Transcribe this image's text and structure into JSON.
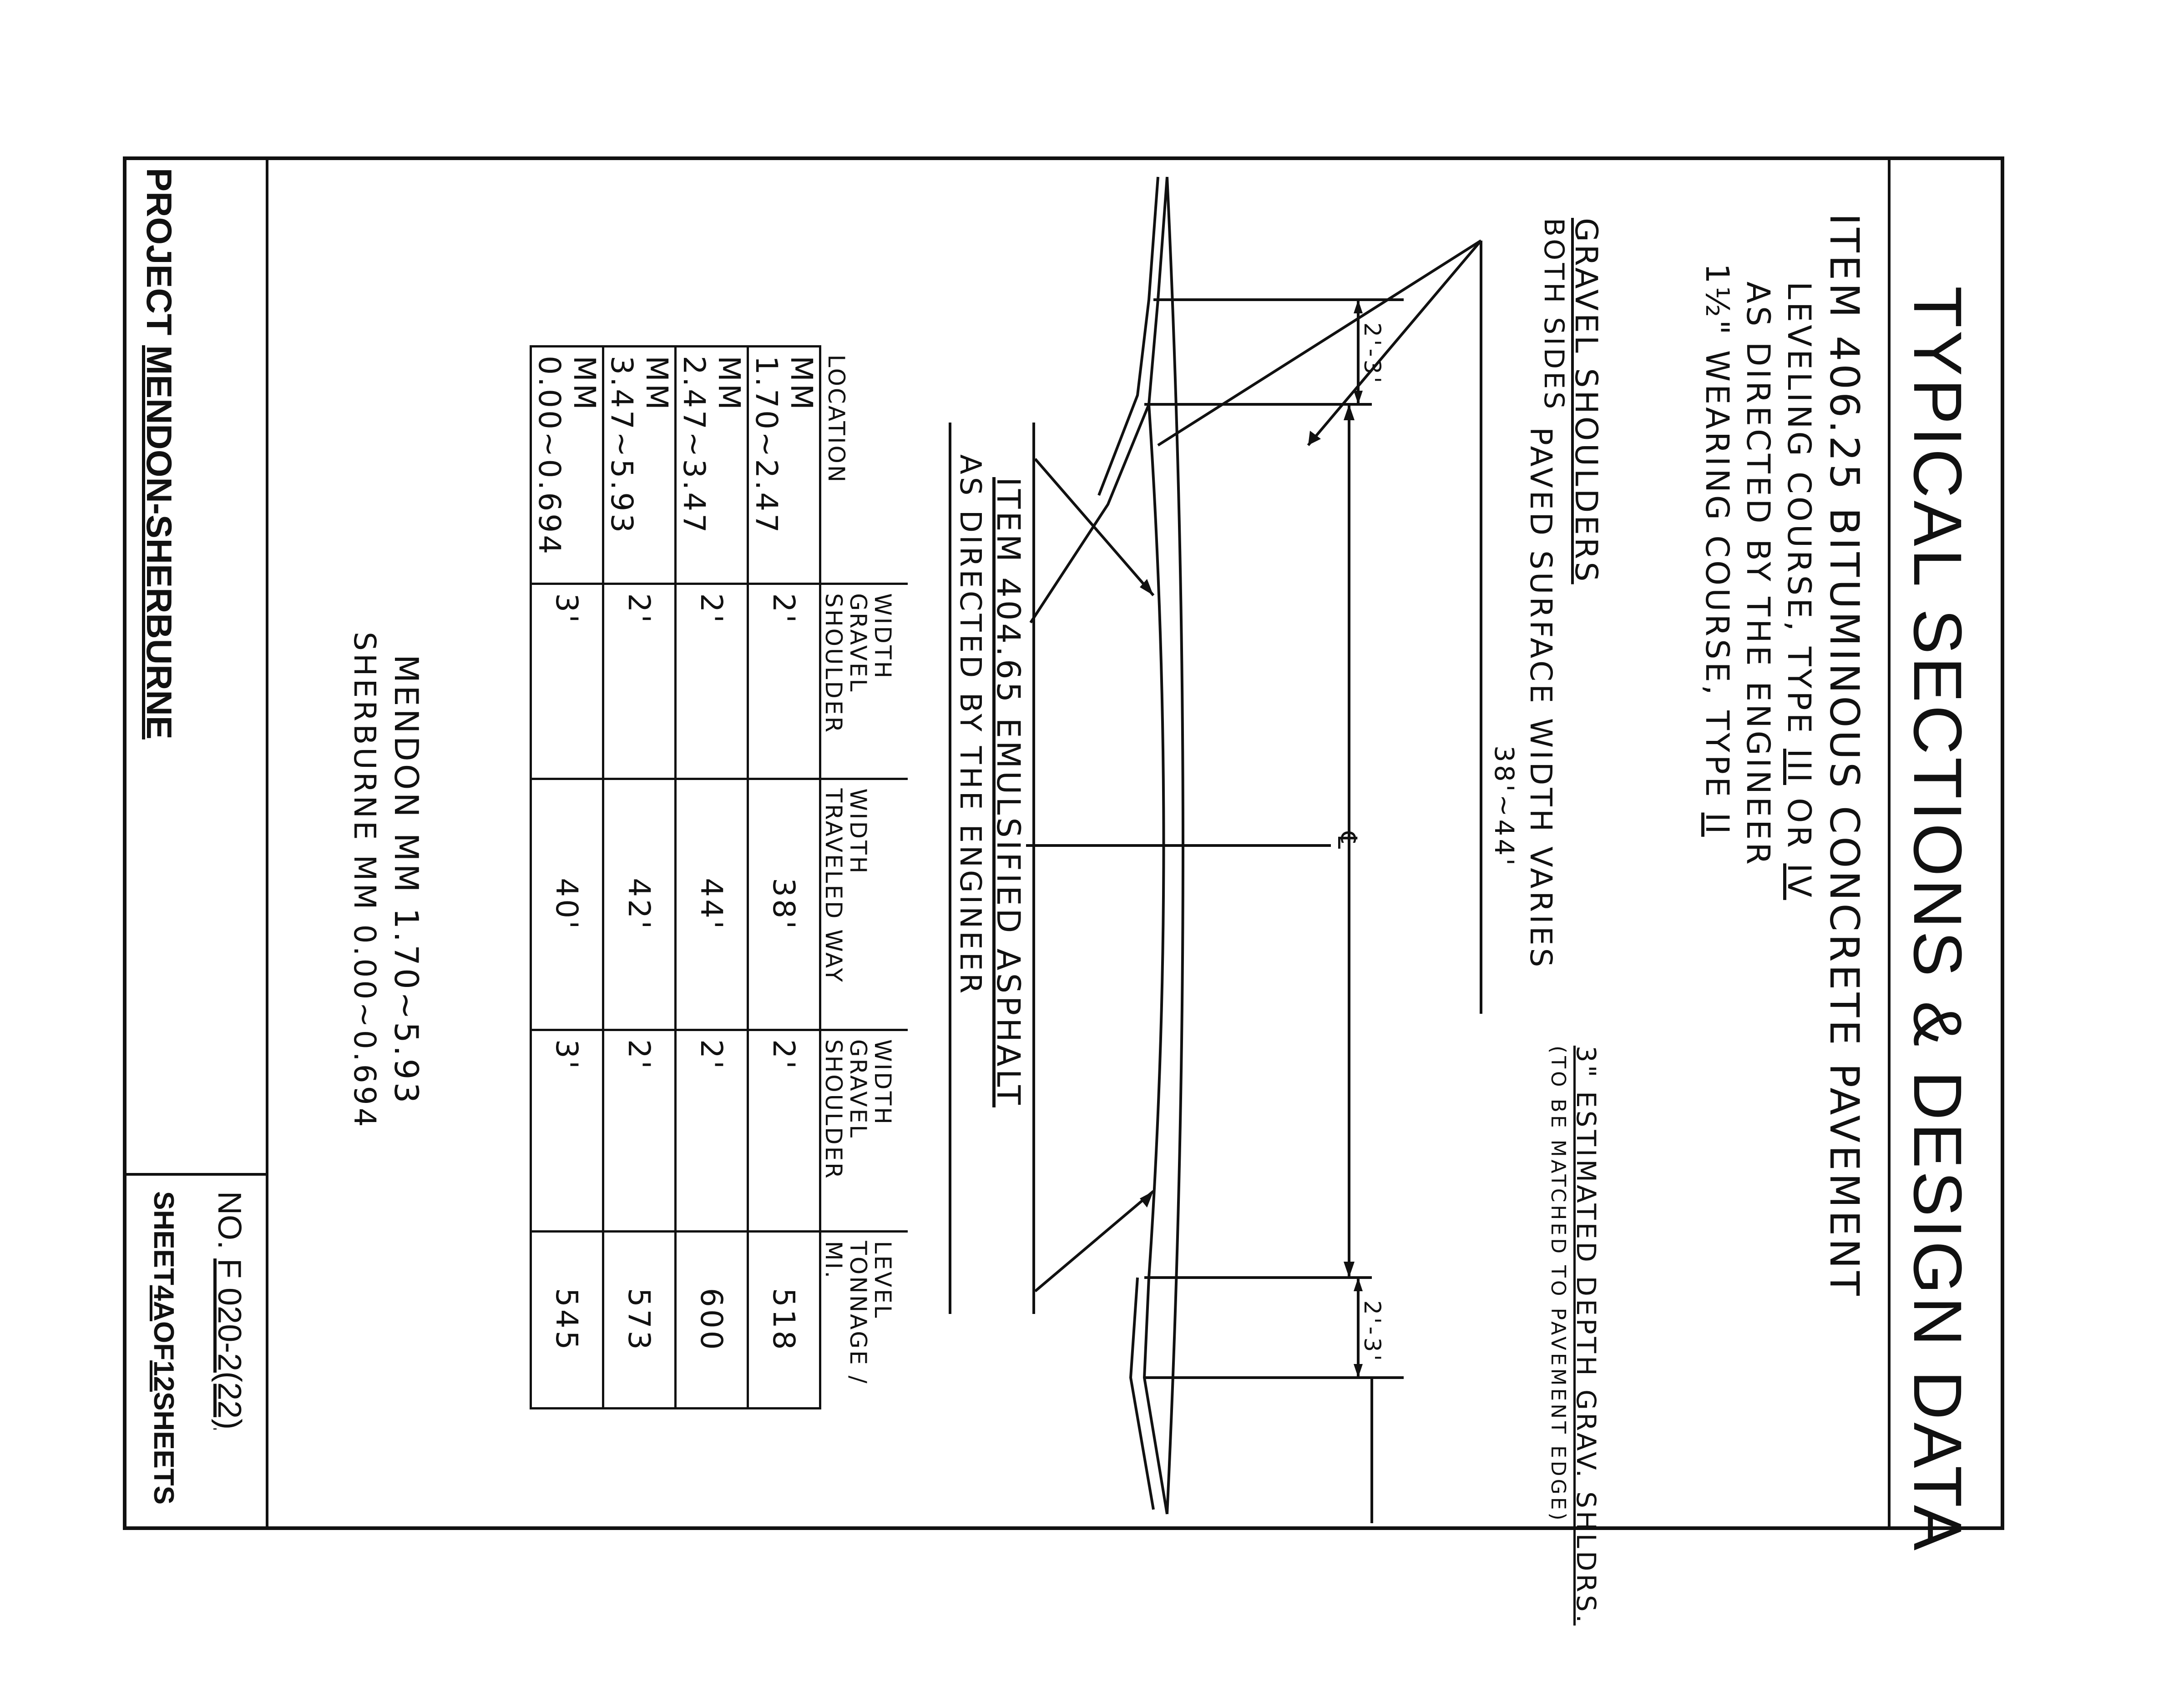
{
  "sheet": {
    "title": "TYPICAL SECTIONS & DESIGN DATA",
    "notes": {
      "item_line1": "ITEM 406.25 BITUMINOUS CONCRETE PAVEMENT",
      "item_line2_prefix": "LEVELING COURSE, TYPE ",
      "item_line2_type_a": "III",
      "item_line2_or": " OR ",
      "item_line2_type_b": "IV",
      "item_line3": "AS DIRECTED BY THE ENGINEER",
      "item_line4_prefix": "1½\" WEARING COURSE, TYPE ",
      "item_line4_type": "II"
    }
  },
  "diagram": {
    "gravel_shoulders": "GRAVEL SHOULDERS",
    "both_sides": "BOTH SIDES",
    "paved_surface": "PAVED SURFACE WIDTH VARIES",
    "paved_range": "38'~44'",
    "centerline": "℄",
    "dim_left": "2'-3'",
    "dim_right": "2'-3'",
    "estimated_depth": "3\" ESTIMATED DEPTH GRAV. SHLDRS.",
    "estimated_depth_note": "(TO BE MATCHED TO PAVEMENT EDGE)",
    "emulsified_line1": "ITEM 404.65 EMULSIFIED ASPHALT",
    "emulsified_line2": "AS DIRECTED BY THE ENGINEER"
  },
  "table": {
    "headers": {
      "location": "LOCATION",
      "width_gravel_1": [
        "WIDTH",
        "GRAVEL",
        "SHOULDER"
      ],
      "width_traveled": [
        "WIDTH",
        "TRAVELED WAY"
      ],
      "width_gravel_2": [
        "WIDTH",
        "GRAVEL",
        "SHOULDER"
      ],
      "level_tonnage": [
        "LEVEL",
        "TONNAGE / MI."
      ]
    },
    "rows": [
      {
        "location": "MM 1.70~2.47",
        "gravel1": "2'",
        "traveled": "38'",
        "gravel2": "2'",
        "tonnage": "518"
      },
      {
        "location": "MM 2.47~3.47",
        "gravel1": "2'",
        "traveled": "44'",
        "gravel2": "2'",
        "tonnage": "600"
      },
      {
        "location": "MM 3.47~5.93",
        "gravel1": "2'",
        "traveled": "42'",
        "gravel2": "2'",
        "tonnage": "573"
      },
      {
        "location": "MM 0.00~0.694",
        "gravel1": "3'",
        "traveled": "40'",
        "gravel2": "3'",
        "tonnage": "545"
      }
    ]
  },
  "limits": {
    "mendon": "MENDON  MM 1.70~5.93",
    "sherburne": "SHERBURNE MM 0.00~0.694"
  },
  "title_block": {
    "project_label": "PROJECT",
    "project_name": "MENDON-SHERBURNE",
    "no_label": "NO.",
    "no_value": "F 020-2(22)",
    "sheet_label": "SHEET",
    "sheet_num": "4A",
    "of_label": "OF",
    "sheet_total": "12",
    "sheets_label": "SHEETS"
  }
}
